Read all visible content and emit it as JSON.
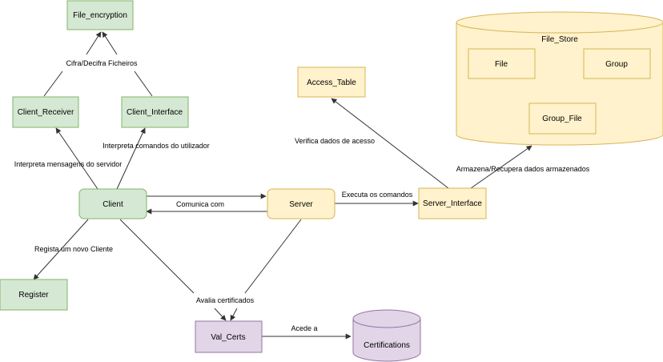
{
  "colors": {
    "green_fill": "#d5e8d4",
    "green_stroke": "#82b366",
    "yellow_fill": "#fff2cc",
    "yellow_stroke": "#d6b656",
    "purple_fill": "#e1d5e7",
    "purple_stroke": "#9673a6",
    "edge": "#333333"
  },
  "nodes": {
    "file_encryption": "File_encryption",
    "client_receiver": "Client_Receiver",
    "client_interface": "Client_Interface",
    "client": "Client",
    "register": "Register",
    "server": "Server",
    "server_interface": "Server_Interface",
    "access_table": "Access_Table",
    "file_store": "File_Store",
    "file": "File",
    "group": "Group",
    "group_file": "Group_File",
    "val_certs": "Val_Certs",
    "certifications": "Certifications"
  },
  "edges": {
    "cifra_decifra": "Cifra/Decifra Ficheiros",
    "interpreta_mensagens": "Interpreta mensagens do servidor",
    "interpreta_comandos": "Interpreta comandos do utilizador",
    "comunica_com": "Comunica com",
    "executa_comandos": "Executa os comandos",
    "verifica_dados": "Verifica dados de acesso",
    "armazena_recupera": "Armazena/Recupera dados armazenados",
    "regista_cliente": "Regista um novo Cliente",
    "avalia_certificados": "Avalia certificados",
    "acede_a": "Acede a"
  }
}
